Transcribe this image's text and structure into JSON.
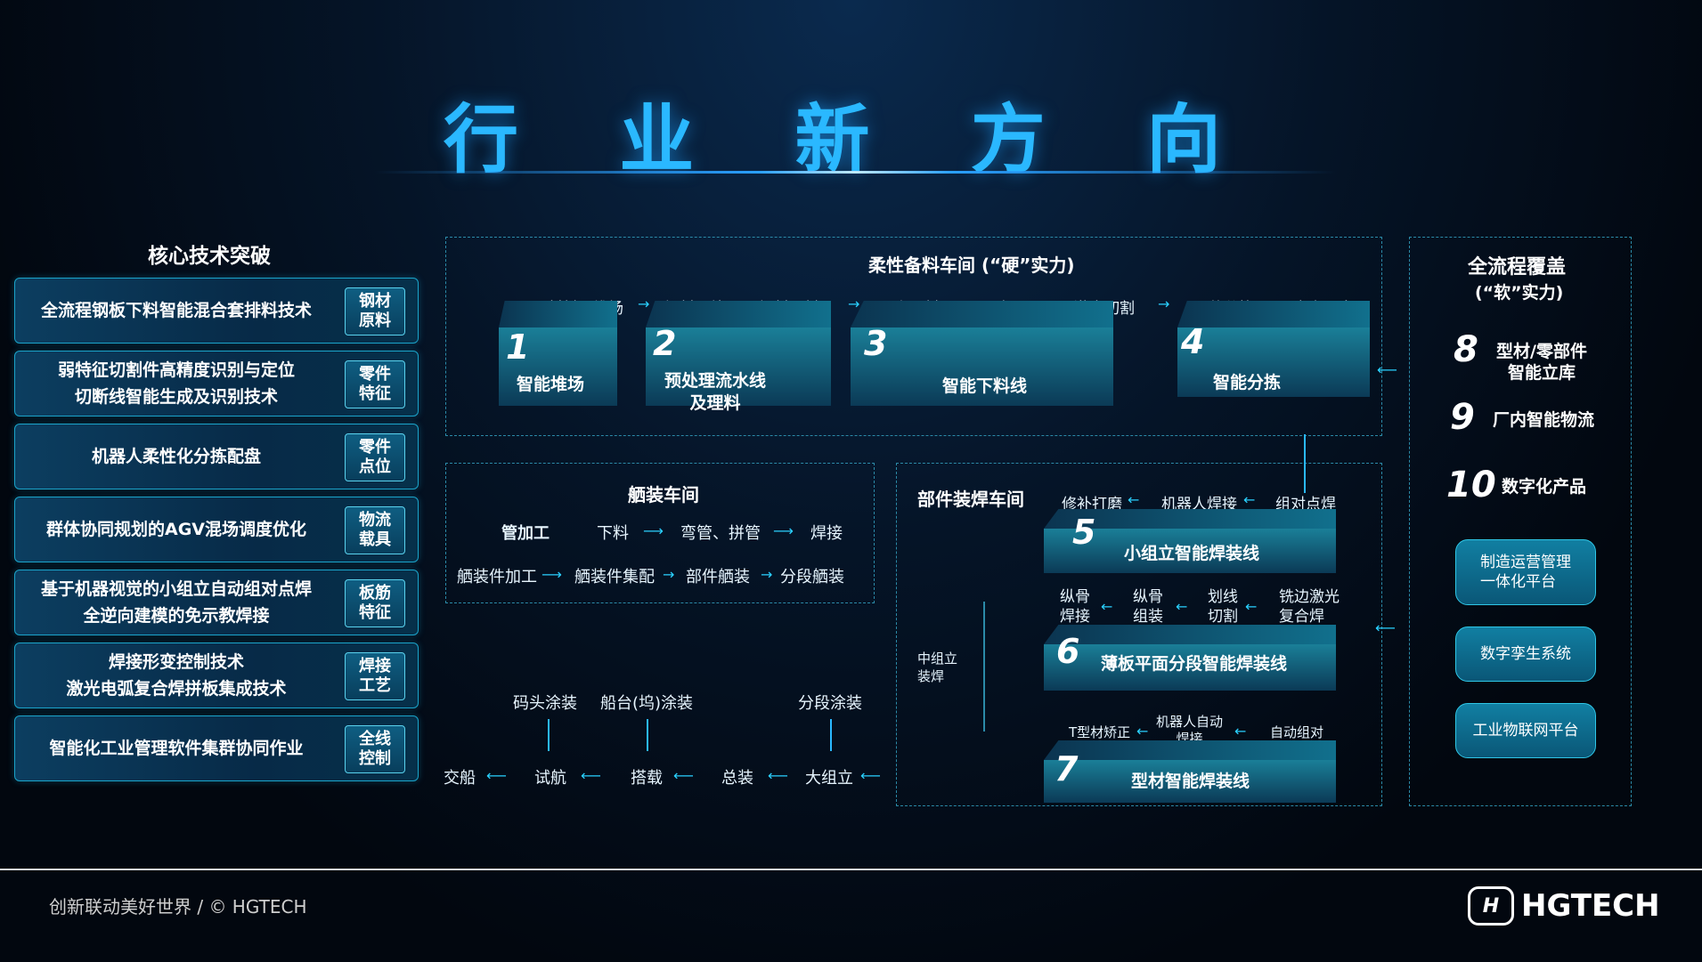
{
  "title": "行 业 新 方 向",
  "core": {
    "heading": "核心技术突破",
    "items": [
      {
        "lines": [
          "全流程钢板下料智能混合套排料技术"
        ],
        "badge": [
          "钢材",
          "原料"
        ]
      },
      {
        "lines": [
          "弱特征切割件高精度识别与定位",
          "切断线智能生成及识别技术"
        ],
        "badge": [
          "零件",
          "特征"
        ]
      },
      {
        "lines": [
          "机器人柔性化分拣配盘"
        ],
        "badge": [
          "零件",
          "点位"
        ]
      },
      {
        "lines": [
          "群体协同规划的AGV混场调度优化"
        ],
        "badge": [
          "物流",
          "载具"
        ]
      },
      {
        "lines": [
          "基于机器视觉的小组立自动组对点焊",
          "全逆向建模的免示教焊接"
        ],
        "badge": [
          "板筋",
          "特征"
        ]
      },
      {
        "lines": [
          "焊接形变控制技术",
          "激光电弧复合焊拼板集成技术"
        ],
        "badge": [
          "焊接",
          "工艺"
        ]
      },
      {
        "lines": [
          "智能化工业管理软件集群协同作业"
        ],
        "badge": [
          "全线",
          "控制"
        ]
      }
    ]
  },
  "flex": {
    "heading": "柔性备料车间 (“硬”实力)",
    "steps": [
      "原材料入堆场",
      "钢材预处理",
      "钢材理料",
      "上下料",
      "赋码",
      "激光切割",
      "零件分拣",
      "齐套配盘"
    ],
    "stations": [
      {
        "num": "1",
        "label": "智能堆场"
      },
      {
        "num": "2",
        "label": "预处理流水线\n及理料"
      },
      {
        "num": "3",
        "label": "智能下料线"
      },
      {
        "num": "4",
        "label": "智能分拣"
      }
    ]
  },
  "pipe": {
    "heading": "舾装车间",
    "row1_label": "管加工",
    "row1": [
      "下料",
      "弯管、拼管",
      "焊接"
    ],
    "row2": [
      "舾装件加工",
      "舾装件集配",
      "部件舾装",
      "分段舾装"
    ]
  },
  "parts": {
    "heading": "部件装焊车间",
    "mid": "中组立\n装焊",
    "line5": {
      "num": "5",
      "label": "小组立智能焊装线",
      "steps": [
        "修补打磨",
        "机器人焊接",
        "组对点焊"
      ]
    },
    "line6": {
      "num": "6",
      "label": "薄板平面分段智能焊装线",
      "steps": [
        "纵骨\n焊接",
        "纵骨\n组装",
        "划线\n切割",
        "铣边激光\n复合焊"
      ]
    },
    "line7": {
      "num": "7",
      "label": "型材智能焊装线",
      "steps": [
        "T型材矫正",
        "机器人自动\n焊接",
        "自动组对"
      ]
    }
  },
  "assembly": {
    "top": [
      "码头涂装",
      "船台(坞)涂装",
      "分段涂装"
    ],
    "flow": [
      "交船",
      "试航",
      "搭载",
      "总装",
      "大组立"
    ]
  },
  "coverage": {
    "heading": "全流程覆盖",
    "subheading": "(“软”实力)",
    "items": [
      {
        "num": "8",
        "text": "型材/零部件\n智能立库"
      },
      {
        "num": "9",
        "text": "厂内智能物流"
      },
      {
        "num": "10",
        "text": "数字化产品"
      }
    ],
    "buttons": [
      "制造运营管理\n一体化平台",
      "数字孪生系统",
      "工业物联网平台"
    ]
  },
  "footer": {
    "text": "创新联动美好世界 / © HGTECH",
    "logo": "HGTECH",
    "logo_mark": "H"
  }
}
